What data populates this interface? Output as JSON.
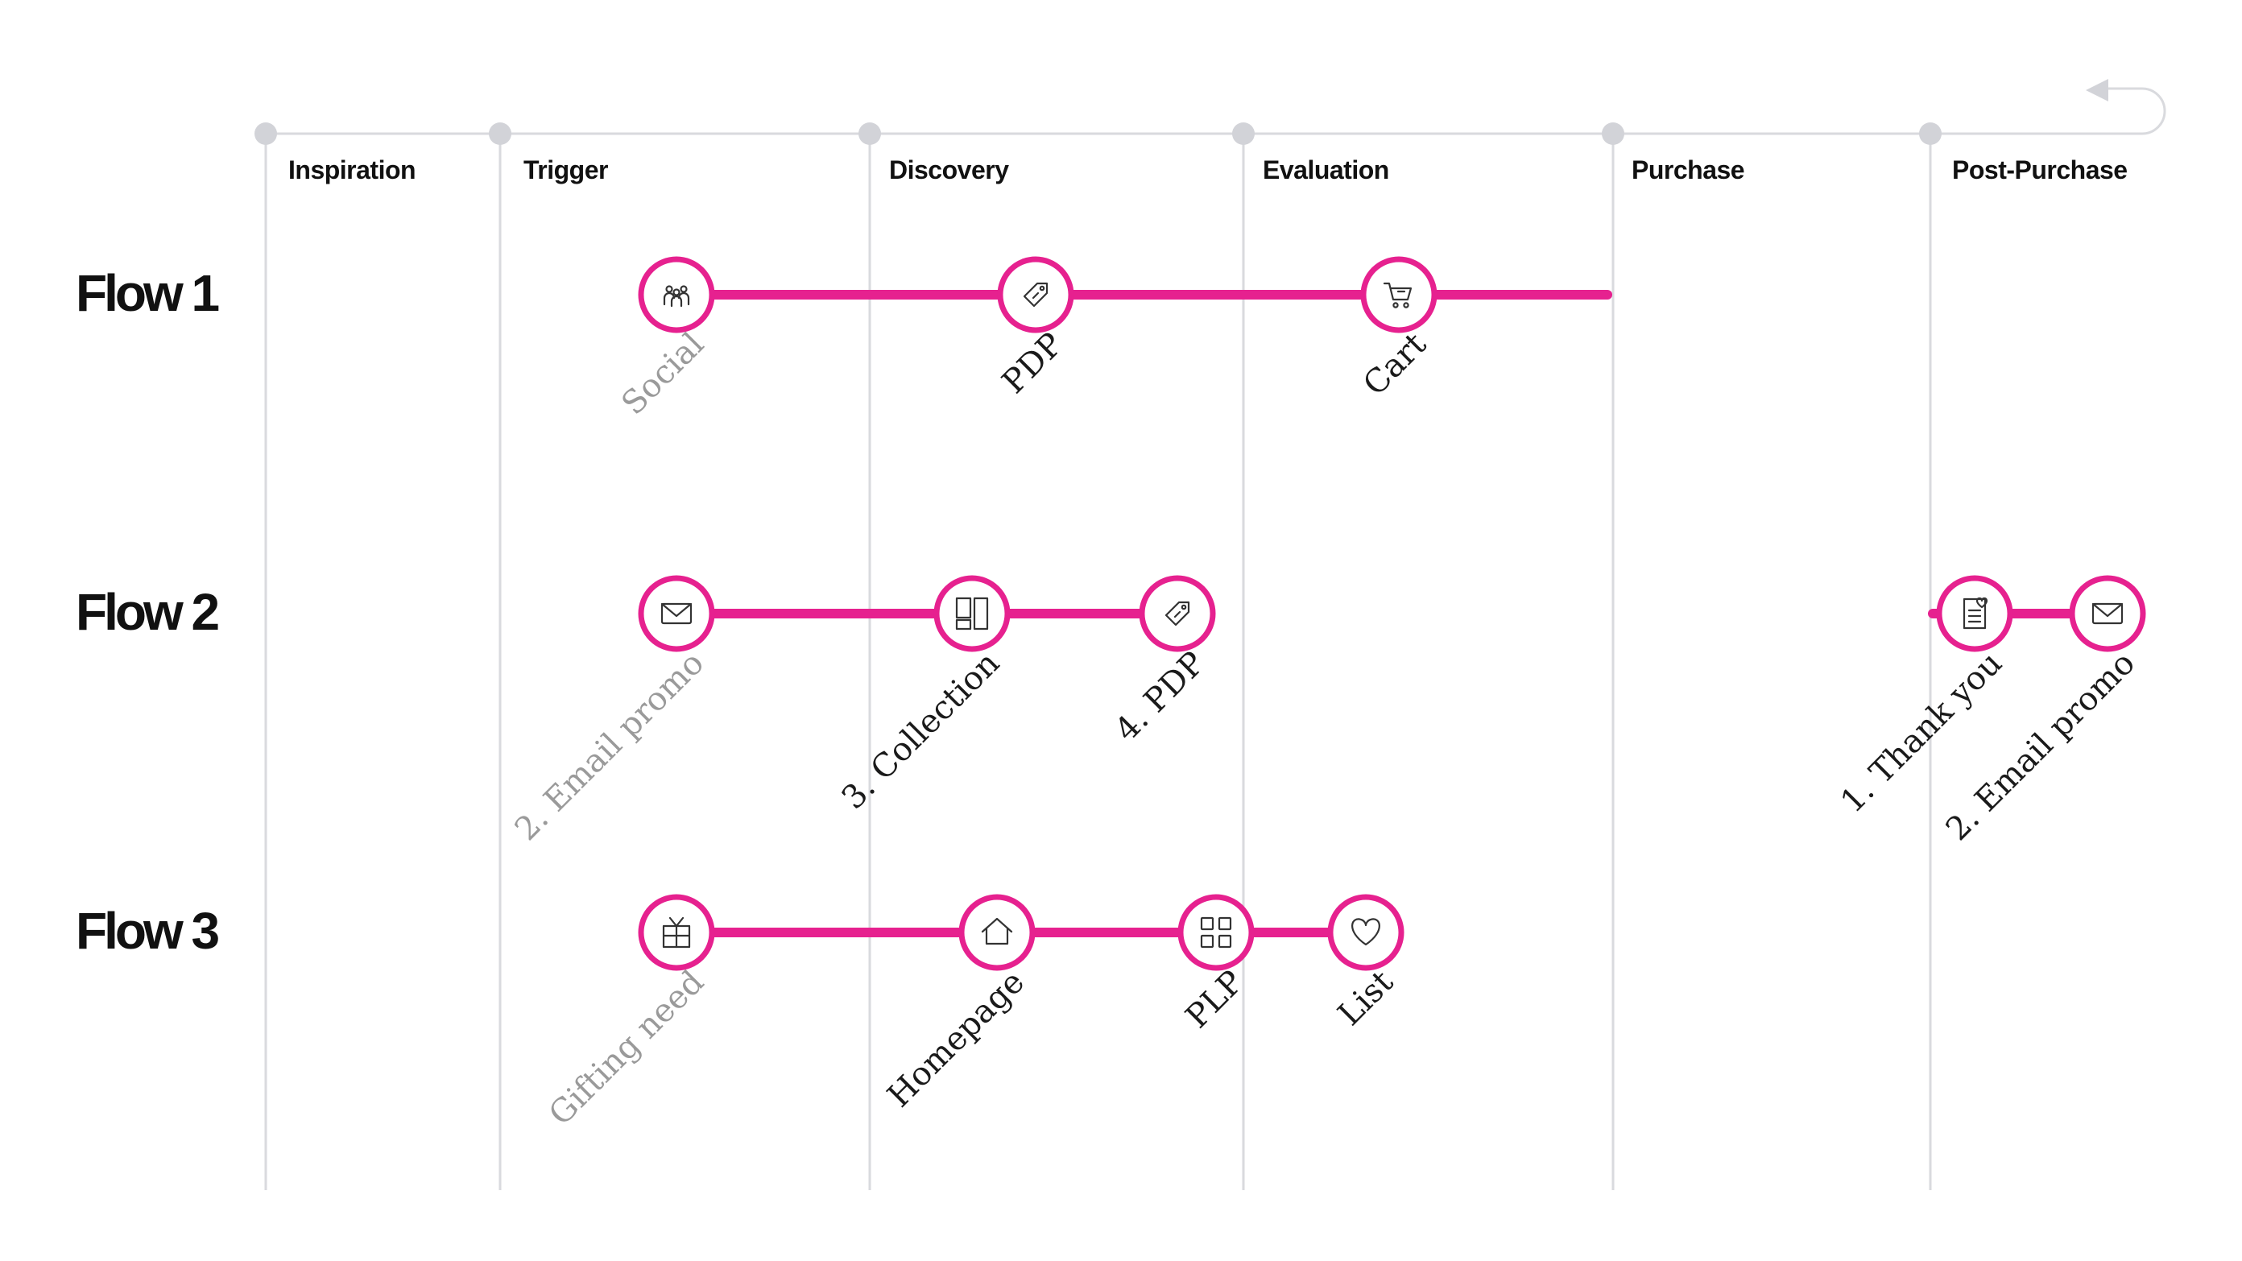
{
  "stages": [
    "Inspiration",
    "Trigger",
    "Discovery",
    "Evaluation",
    "Purchase",
    "Post-Purchase"
  ],
  "flows": [
    {
      "label": "Flow 1",
      "steps": [
        {
          "label": "Social",
          "icon": "people-icon",
          "muted": true
        },
        {
          "label": "PDP",
          "icon": "price-tag-icon",
          "muted": false
        },
        {
          "label": "Cart",
          "icon": "shopping-cart-icon",
          "muted": false
        }
      ]
    },
    {
      "label": "Flow 2",
      "steps": [
        {
          "label": "2. Email promo",
          "icon": "envelope-icon",
          "muted": true
        },
        {
          "label": "3. Collection",
          "icon": "collection-grid-icon",
          "muted": false
        },
        {
          "label": "4. PDP",
          "icon": "price-tag-icon",
          "muted": false
        },
        {
          "label": "1. Thank you",
          "icon": "receipt-heart-icon",
          "muted": false
        },
        {
          "label": "2. Email promo",
          "icon": "envelope-icon",
          "muted": false
        }
      ]
    },
    {
      "label": "Flow 3",
      "steps": [
        {
          "label": "Gifting need",
          "icon": "gift-icon",
          "muted": true
        },
        {
          "label": "Homepage",
          "icon": "home-icon",
          "muted": false
        },
        {
          "label": "PLP",
          "icon": "grid-icon",
          "muted": false
        },
        {
          "label": "List",
          "icon": "heart-icon",
          "muted": false
        }
      ]
    }
  ],
  "colors": {
    "accent": "#e6218f",
    "gridline": "#d9dade",
    "muted_text": "#9a9a9a"
  }
}
